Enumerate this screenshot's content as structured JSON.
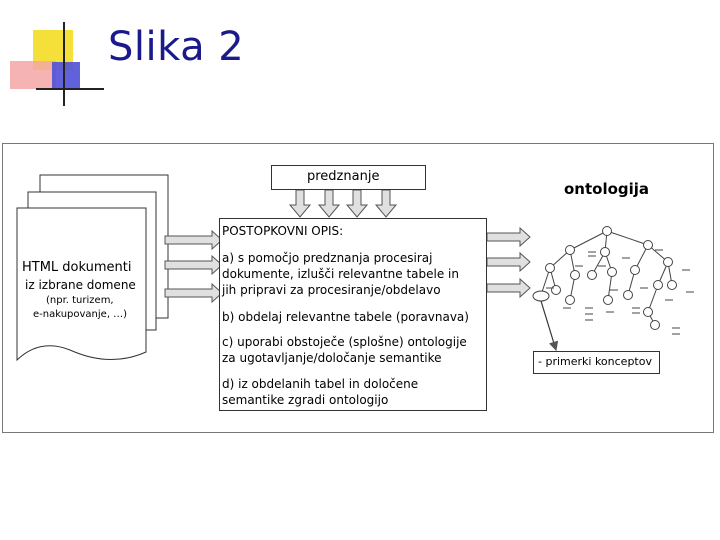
{
  "slide": {
    "title": "Slika 2"
  },
  "diagram": {
    "prior_knowledge_label": "predznanje",
    "ontology_label": "ontologija",
    "documents": {
      "line1": "HTML dokumenti",
      "line2": "iz izbrane domene",
      "line3": "(npr. turizem,",
      "line4": "e-nakupovanje, …)"
    },
    "process": {
      "heading": "POSTOPKOVNI OPIS:",
      "step_a": [
        "a) s pomočjo predznanja procesiraj",
        "dokumente, izlušči relevantne tabele in",
        "jih pripravi za procesiranje/obdelavo"
      ],
      "step_b": [
        "b) obdelaj relevantne tabele (poravnava)"
      ],
      "step_c": [
        "c) uporabi obstoječe (splošne) ontologije",
        "za ugotavljanje/določanje semantike"
      ],
      "step_d": [
        "d) iz obdelanih tabel in določene",
        "semantike zgradi ontologijo"
      ]
    },
    "instances_label": "- primerki konceptov"
  },
  "colors": {
    "title": "#1a1a8c",
    "deco_yellow": "#f5e03a",
    "deco_red": "#f08080",
    "deco_blue": "#3a3ad0",
    "arrow_gray": "#d8d8d8"
  }
}
